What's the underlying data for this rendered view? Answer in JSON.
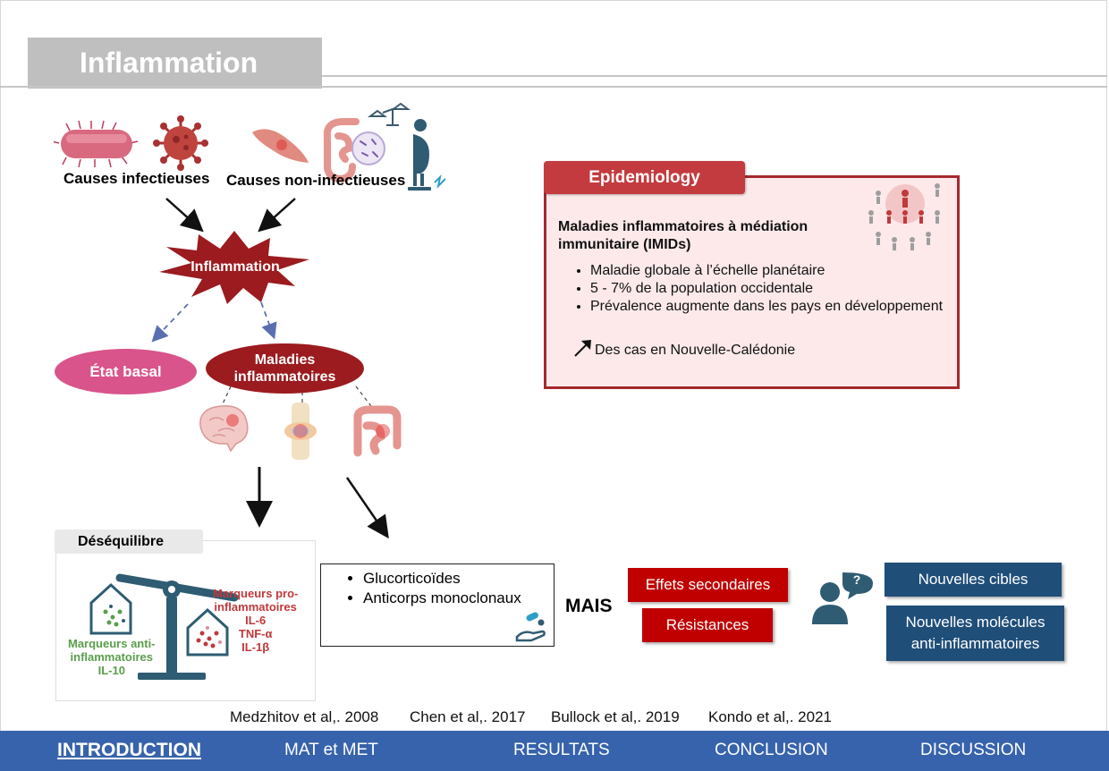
{
  "slide": {
    "title": "Inflammation"
  },
  "causes": {
    "infectious": "Causes infectieuses",
    "non_infectious": "Causes non-infectieuses"
  },
  "center": {
    "inflammation": "Inflammation",
    "basal_state": "État basal",
    "diseases_line1": "Maladies",
    "diseases_line2": "inflammatoires"
  },
  "epidemiology": {
    "tab": "Epidemiology",
    "heading_line1": "Maladies inflammatoires à médiation",
    "heading_line2": "immunitaire (IMIDs)",
    "bullets": [
      "Maladie globale à l’échelle planétaire",
      "5 - 7% de la population occidentale",
      "Prévalence augmente dans les pays en développement"
    ],
    "trend_text": "Des cas en Nouvelle-Calédonie"
  },
  "imbalance": {
    "tab": "Déséquilibre",
    "pro_title_line1": "Marqueurs pro-",
    "pro_title_line2": "inflammatoires",
    "pro_items": [
      "IL-6",
      "TNF-α",
      "IL-1β"
    ],
    "anti_title_line1": "Marqueurs anti-",
    "anti_title_line2": "inflammatoires",
    "anti_items": [
      "IL-10"
    ]
  },
  "treatments": {
    "items": [
      "Glucorticoïdes",
      "Anticorps monoclonaux"
    ]
  },
  "outcome": {
    "but": "MAIS",
    "side_effects": "Effets secondaires",
    "resistance": "Résistances",
    "new_targets": "Nouvelles cibles",
    "new_molecules_line1": "Nouvelles molécules",
    "new_molecules_line2": "anti-inflammatoires",
    "question_mark": "?"
  },
  "references": [
    "Medzhitov et al,. 2008",
    "Chen et al,. 2017",
    "Bullock et al,. 2019",
    "Kondo et al,. 2021"
  ],
  "nav": {
    "items": [
      "INTRODUCTION",
      "MAT et MET",
      "RESULTATS",
      "CONCLUSION",
      "DISCUSSION"
    ],
    "active": "INTRODUCTION"
  },
  "colors": {
    "dark_red": "#9b1b1f",
    "pink": "#d9548a",
    "epi_red": "#c33b3f",
    "navy": "#1f4e79",
    "nav_blue": "#3763ac",
    "anti_green": "#5a9e4b",
    "pro_red": "#c0393b",
    "scale_blue": "#2e5c72"
  }
}
